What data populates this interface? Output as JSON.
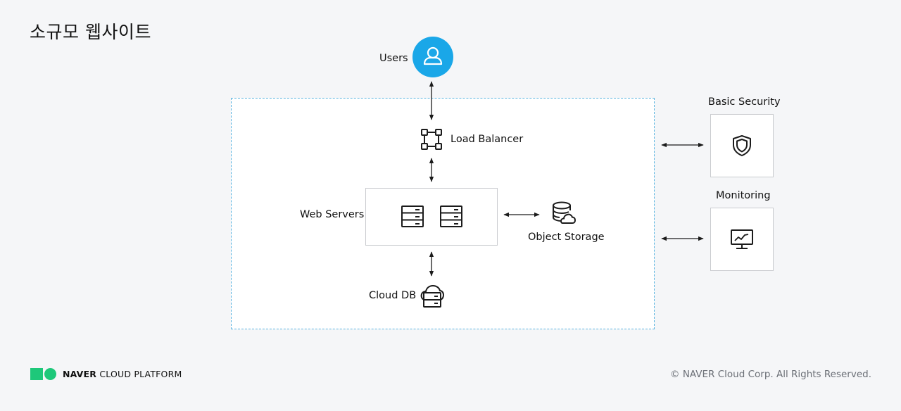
{
  "title": "소규모 웹사이트",
  "nodes": {
    "users": "Users",
    "load_balancer": "Load Balancer",
    "web_servers": "Web Servers",
    "object_storage": "Object Storage",
    "cloud_db": "Cloud DB",
    "basic_security": "Basic Security",
    "monitoring": "Monitoring"
  },
  "icons": {
    "users": "user-icon",
    "load_balancer": "load-balancer-icon",
    "web_servers": "server-icon",
    "object_storage": "object-storage-icon",
    "cloud_db": "cloud-db-icon",
    "basic_security": "shield-icon",
    "monitoring": "monitor-icon"
  },
  "footer": {
    "brand_bold": "NAVER",
    "brand_rest": " CLOUD PLATFORM",
    "copyright": "© NAVER Cloud Corp. All Rights Reserved."
  },
  "colors": {
    "accent": "#1aa7e8",
    "dashed_border": "#5ab4e0",
    "brand_green": "#1ec87a"
  }
}
